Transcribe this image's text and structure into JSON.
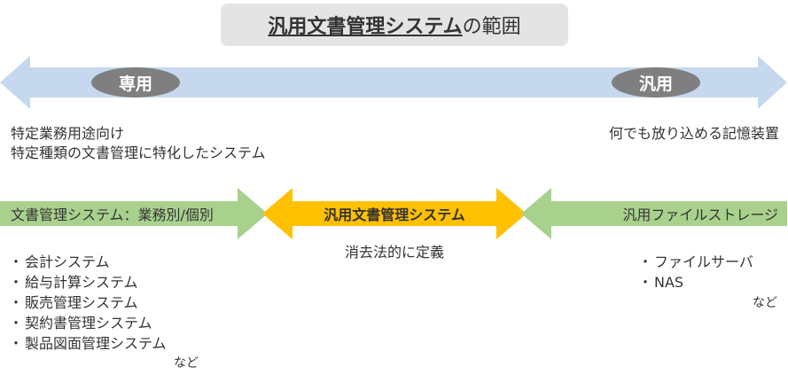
{
  "title": {
    "main": "汎用文書管理システム",
    "suffix": "の範囲"
  },
  "scale": {
    "left_label": "専用",
    "right_label": "汎用"
  },
  "left_description": [
    "特定業務用途向け",
    "特定種類の文書管理に特化したシステム"
  ],
  "right_description": "何でも放り込める記憶装置",
  "bands": {
    "left": "文書管理システム：業務別/個別",
    "center": "汎用文書管理システム",
    "right": "汎用ファイルストレージ"
  },
  "center_note": "消去法的に定義",
  "left_list": {
    "items": [
      "会計システム",
      "給与計算システム",
      "販売管理システム",
      "契約書管理システム",
      "製品図面管理システム"
    ],
    "more": "など"
  },
  "right_list": {
    "items": [
      "ファイルサーバ",
      "NAS"
    ],
    "more": "など"
  },
  "colors": {
    "scale_arrow": "#c5d8ee",
    "pill": "#7f7f7f",
    "green": "#a9d18e",
    "orange": "#ffc000",
    "title_bg": "#e4e4e4"
  }
}
